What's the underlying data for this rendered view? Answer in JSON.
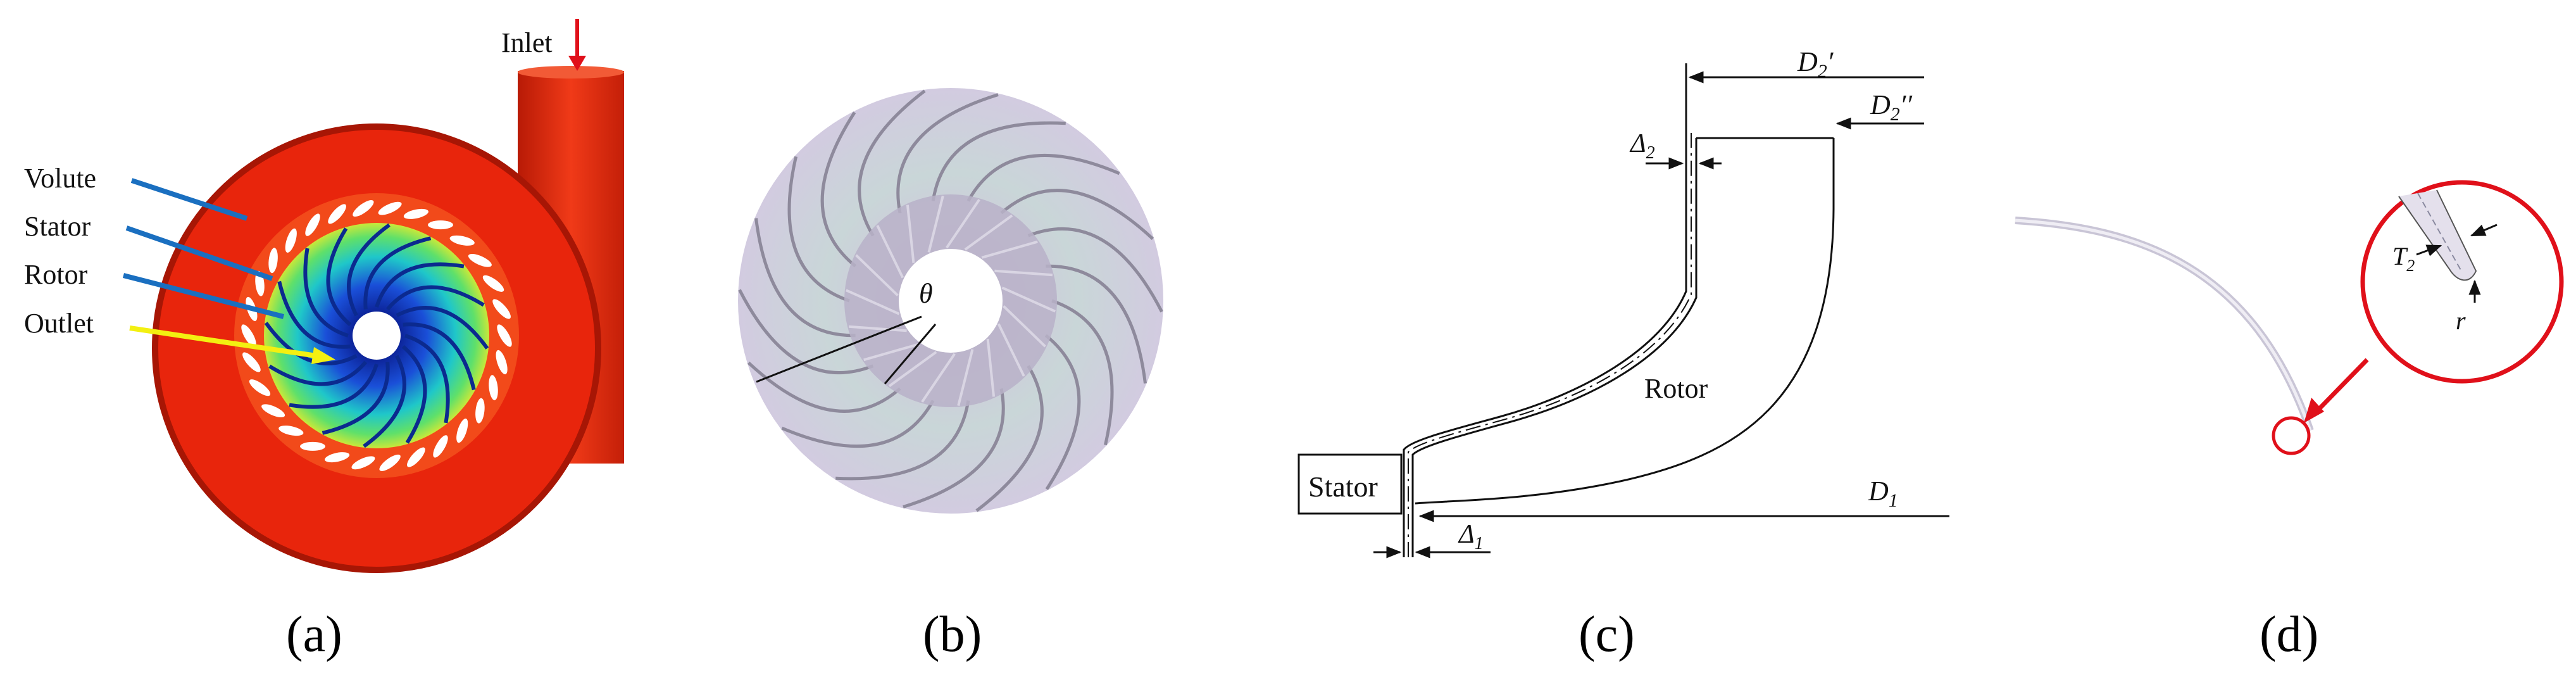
{
  "panel_a": {
    "caption": "(a)",
    "labels": {
      "inlet": "Inlet",
      "volute": "Volute",
      "stator": "Stator",
      "rotor": "Rotor",
      "outlet": "Outlet"
    },
    "colors": {
      "volute": "#e8250c",
      "leader_blue": "#1a6fc0",
      "leader_yellow": "#f3f011",
      "arrow_red": "#e0101a"
    }
  },
  "panel_b": {
    "caption": "(b)",
    "angle_label": "θ"
  },
  "panel_c": {
    "caption": "(c)",
    "rotor_label": "Rotor",
    "stator_label": "Stator",
    "dim_d2p": {
      "base": "D",
      "sub": "2",
      "mark": "′"
    },
    "dim_d2pp": {
      "base": "D",
      "sub": "2",
      "mark": "′′"
    },
    "dim_delta2": {
      "base": "Δ",
      "sub": "2"
    },
    "dim_d1": {
      "base": "D",
      "sub": "1"
    },
    "dim_delta1": {
      "base": "Δ",
      "sub": "1"
    }
  },
  "panel_d": {
    "caption": "(d)",
    "thickness_label": {
      "base": "T",
      "sub": "2"
    },
    "radius_label": "r",
    "colors": {
      "highlight": "#e0101a"
    }
  }
}
